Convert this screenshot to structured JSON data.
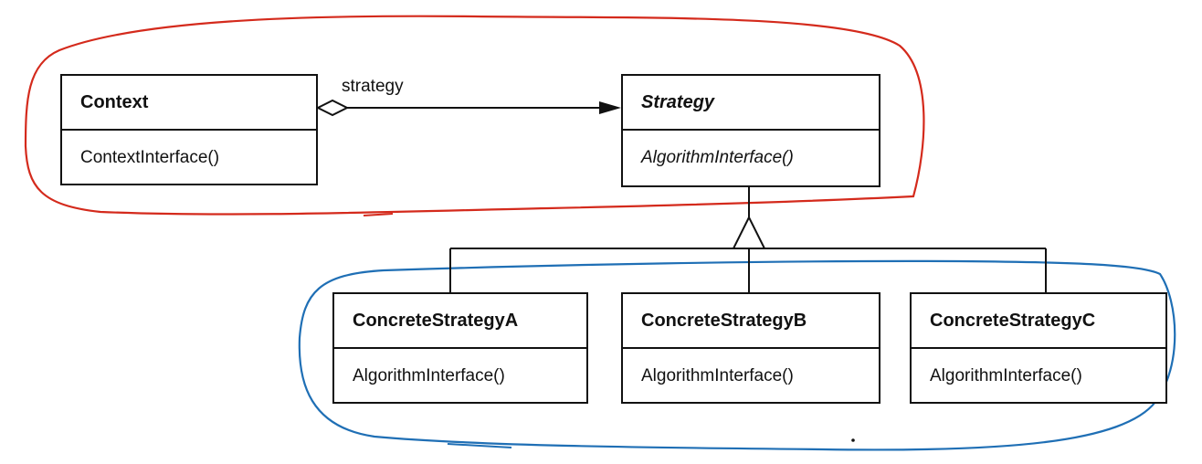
{
  "diagram": {
    "classes": [
      {
        "id": "context",
        "name": "Context",
        "operation": "ContextInterface()",
        "abstract": false
      },
      {
        "id": "strategy",
        "name": "Strategy",
        "operation": "AlgorithmInterface()",
        "abstract": true
      },
      {
        "id": "concrete_a",
        "name": "ConcreteStrategyA",
        "operation": "AlgorithmInterface()",
        "abstract": false
      },
      {
        "id": "concrete_b",
        "name": "ConcreteStrategyB",
        "operation": "AlgorithmInterface()",
        "abstract": false
      },
      {
        "id": "concrete_c",
        "name": "ConcreteStrategyC",
        "operation": "AlgorithmInterface()",
        "abstract": false
      }
    ],
    "association": {
      "from": "context",
      "to": "strategy",
      "label": "strategy",
      "kind": "aggregation"
    },
    "generalization": {
      "parent": "strategy",
      "children": [
        "concrete_a",
        "concrete_b",
        "concrete_c"
      ]
    },
    "annotations": {
      "red_outline_color": "#d42a1c",
      "blue_outline_color": "#1f6fb5"
    }
  }
}
